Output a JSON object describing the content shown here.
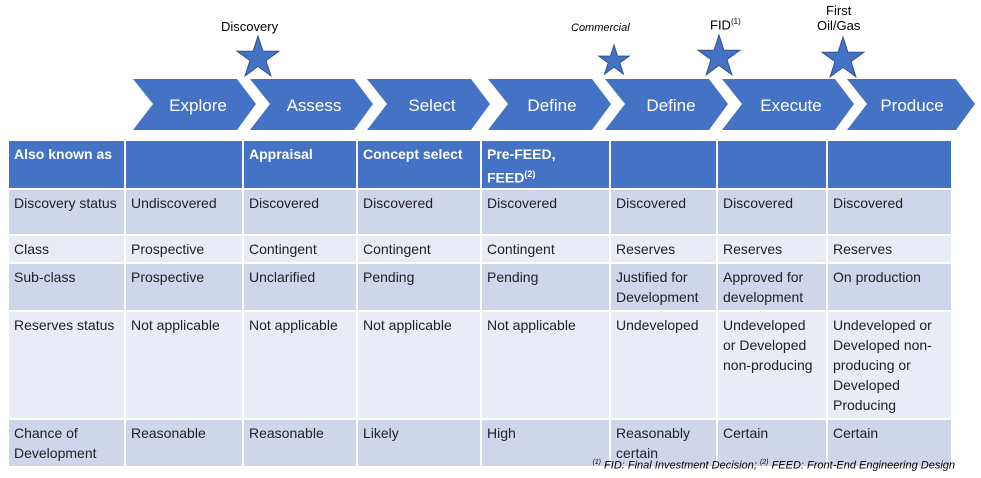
{
  "milestones": {
    "discovery": "Discovery",
    "commercial": "Commercial",
    "fid": "FID",
    "fid_note": "(1)",
    "first_oil_line1": "First",
    "first_oil_line2": "Oil/Gas"
  },
  "phases": [
    "Explore",
    "Assess",
    "Select",
    "Define",
    "Define",
    "Execute",
    "Produce"
  ],
  "table": {
    "header": {
      "label": "Also known as",
      "cells": [
        "",
        "Appraisal",
        "Concept select",
        "Pre-FEED, FEED",
        "",
        "",
        ""
      ],
      "feed_note": "(2)"
    },
    "rows": [
      {
        "label": "Discovery status",
        "cells": [
          "Undiscovered",
          "Discovered",
          "Discovered",
          "Discovered",
          "Discovered",
          "Discovered",
          "Discovered"
        ]
      },
      {
        "label": "Class",
        "cells": [
          "Prospective",
          "Contingent",
          "Contingent",
          "Contingent",
          "Reserves",
          "Reserves",
          "Reserves"
        ]
      },
      {
        "label": "Sub-class",
        "cells": [
          "Prospective",
          "Unclarified",
          "Pending",
          "Pending",
          "Justified for Development",
          "Approved for development",
          "On production"
        ]
      },
      {
        "label": "Reserves status",
        "cells": [
          "Not applicable",
          "Not applicable",
          "Not applicable",
          "Not applicable",
          "Undeveloped",
          "Undeveloped or Developed non-producing",
          "Undeveloped or Developed non-producing or Developed Producing"
        ]
      },
      {
        "label": "Chance of Development",
        "cells": [
          "Reasonable",
          "Reasonable",
          "Likely",
          "High",
          "Reasonably certain",
          "Certain",
          "Certain"
        ]
      }
    ]
  },
  "footnote": {
    "n1": "(1)",
    "t1": " FID: Final Investment Decision; ",
    "n2": "(2)",
    "t2": " FEED: Front-End Engineering Design"
  },
  "colors": {
    "arrow": "#4472c4",
    "star": "#4472c4",
    "row_dark": "#cfd5ea",
    "row_light": "#e9ebf5"
  }
}
